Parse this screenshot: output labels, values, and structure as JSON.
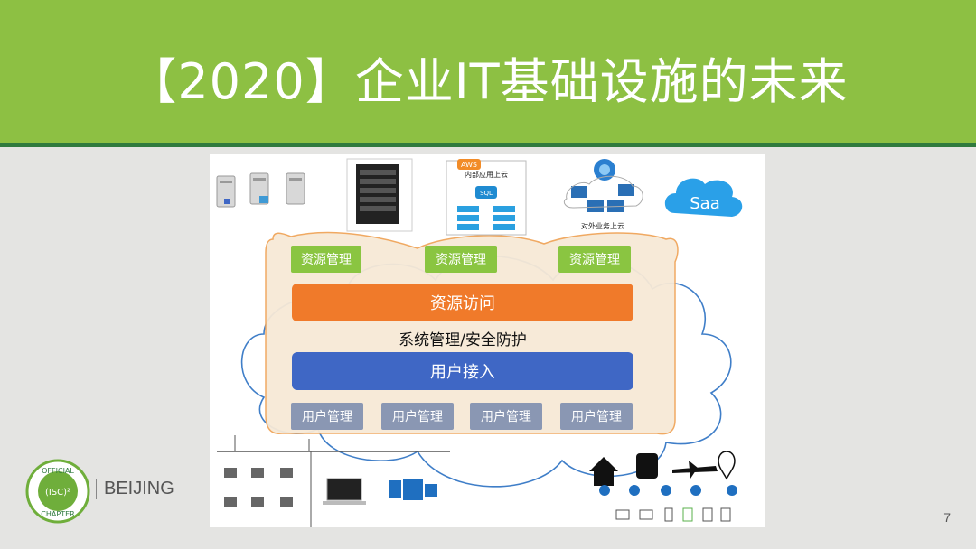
{
  "slide": {
    "title": "【2020】企业IT基础设施的未来",
    "page_number": "7",
    "org_logo": {
      "ring_top": "OFFICIAL",
      "center": "(ISC)²",
      "ring_bottom": "CHAPTER",
      "city": "BEIJING"
    }
  },
  "colors": {
    "header_bg": "#8dc043",
    "header_rule": "#2f7a3e",
    "green_box": "#8ac541",
    "orange_box": "#f07a2a",
    "blue_box": "#3f67c5",
    "gray_box": "#8a97b3",
    "cloud_fill": "#f7e9d6",
    "cloud_stroke": "#f0a55a",
    "outer_cloud_stroke": "#3f7ec8"
  },
  "diagram": {
    "aws_badge": "AWS",
    "aws_caption": "内部应用上云",
    "sql_label": "SQL",
    "external_caption": "对外业务上云",
    "saas_label": "Saa",
    "resource_mgmt": [
      "资源管理",
      "资源管理",
      "资源管理"
    ],
    "resource_access": "资源访问",
    "system_mgmt": "系统管理/安全防护",
    "user_access": "用户接入",
    "user_mgmt": [
      "用户管理",
      "用户管理",
      "用户管理",
      "用户管理"
    ]
  }
}
